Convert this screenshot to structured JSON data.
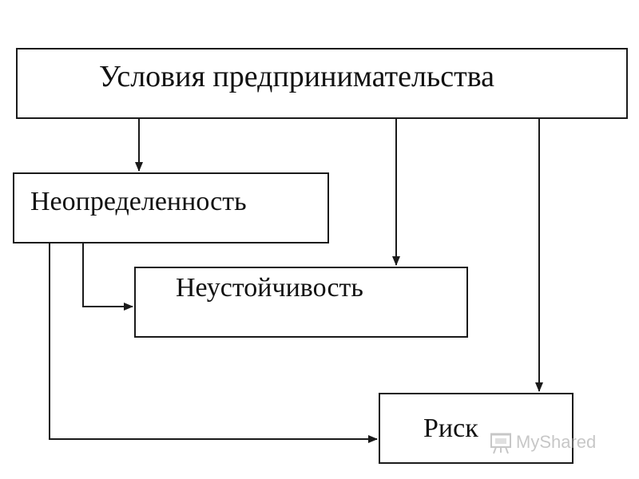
{
  "diagram": {
    "boxes": {
      "conditions": {
        "label": "Условия предпринимательства"
      },
      "uncertainty": {
        "label": "Неопределенность"
      },
      "instability": {
        "label": "Неустойчивость"
      },
      "risk": {
        "label": "Риск"
      }
    },
    "connections": [
      {
        "from": "conditions",
        "to": "uncertainty"
      },
      {
        "from": "conditions",
        "to": "instability"
      },
      {
        "from": "conditions",
        "to": "risk"
      },
      {
        "from": "uncertainty",
        "to": "instability"
      },
      {
        "from": "uncertainty",
        "to": "risk"
      }
    ]
  },
  "watermark": {
    "text": "MyShared",
    "icon": "presentation-board-icon"
  }
}
